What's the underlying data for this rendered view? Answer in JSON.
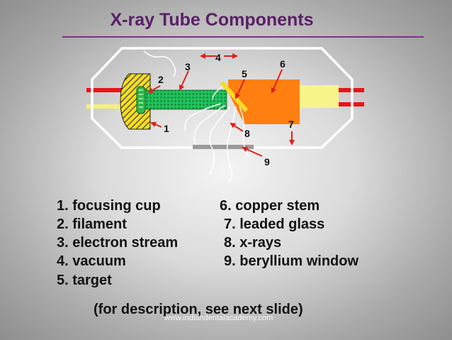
{
  "title": "X-ray Tube Components",
  "diagram_numbers": [
    "1",
    "2",
    "3",
    "4",
    "5",
    "6",
    "7",
    "8",
    "9"
  ],
  "legend": [
    "1. focusing cup",
    "2. filament",
    "3. electron stream",
    "4. vacuum",
    "5. target",
    "6. copper stem",
    "7. leaded glass",
    "8. x-rays",
    "9. beryllium window"
  ],
  "note": "(for description, see next slide)",
  "watermark": "www.indiandentalacademy.com",
  "colors": {
    "title": "#5a1f66",
    "title_rule": "#8a2a8e",
    "arrow": "#e0201c",
    "copper_stem": "#ff7f11",
    "stem_end": "#f8f48c",
    "electron_stream": "#1fc15a",
    "filament": "#2eb84a",
    "focusing_cup": "#f5dc22",
    "glass_envelope": "#ffffff",
    "wires_red": "#e8141c",
    "wires_yellow": "#f5f07a",
    "window": "#9a9a9a"
  }
}
